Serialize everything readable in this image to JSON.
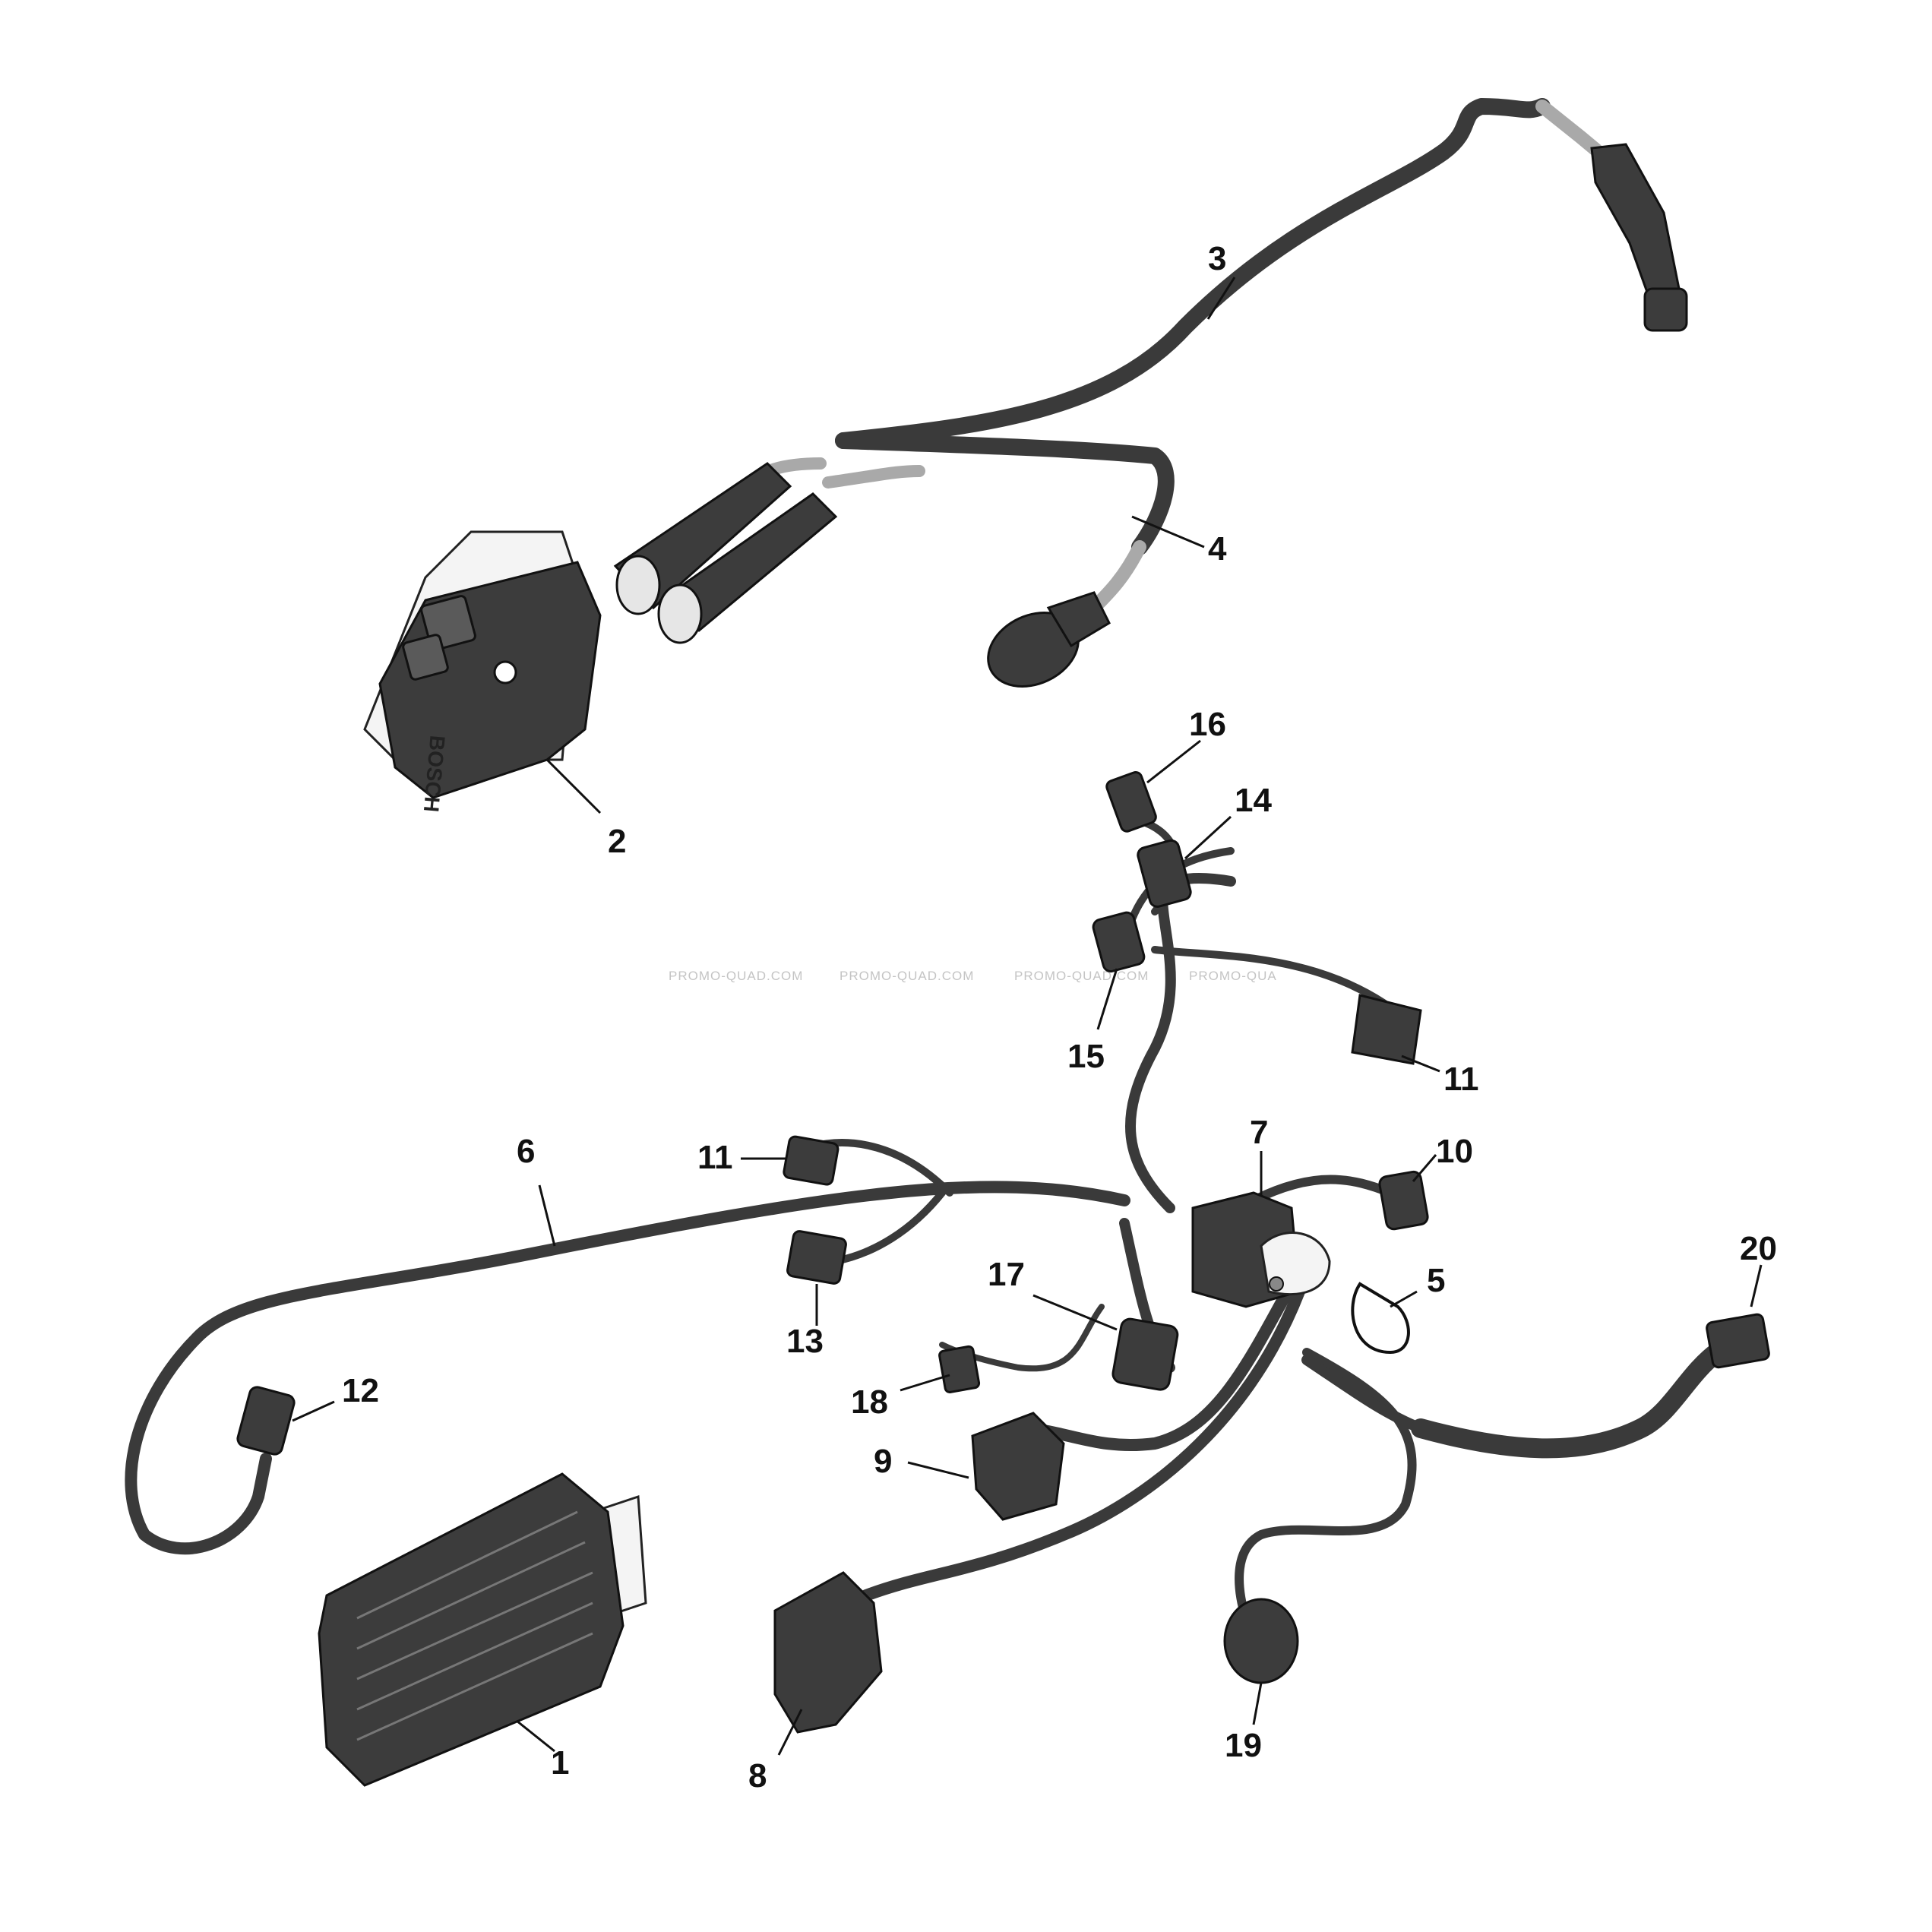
{
  "watermark": {
    "text_1": "PROMO-QUAD.COM",
    "text_2": "PROMO-QUAD.COM",
    "text_3": "PROMO-QUAD.COM",
    "text_4": "PROMO-QUA"
  },
  "coil": {
    "brand": "BOSCH"
  },
  "callouts": {
    "c1": "1",
    "c2": "2",
    "c3": "3",
    "c4": "4",
    "c5": "5",
    "c6": "6",
    "c7": "7",
    "c8": "8",
    "c9": "9",
    "c10": "10",
    "c11a": "11",
    "c11b": "11",
    "c12": "12",
    "c13": "13",
    "c14": "14",
    "c15": "15",
    "c16": "16",
    "c17": "17",
    "c18": "18",
    "c19": "19",
    "c20": "20"
  },
  "colors": {
    "cable": "#3a3a3a",
    "part_dark": "#3c3c3c",
    "background": "#ffffff"
  }
}
